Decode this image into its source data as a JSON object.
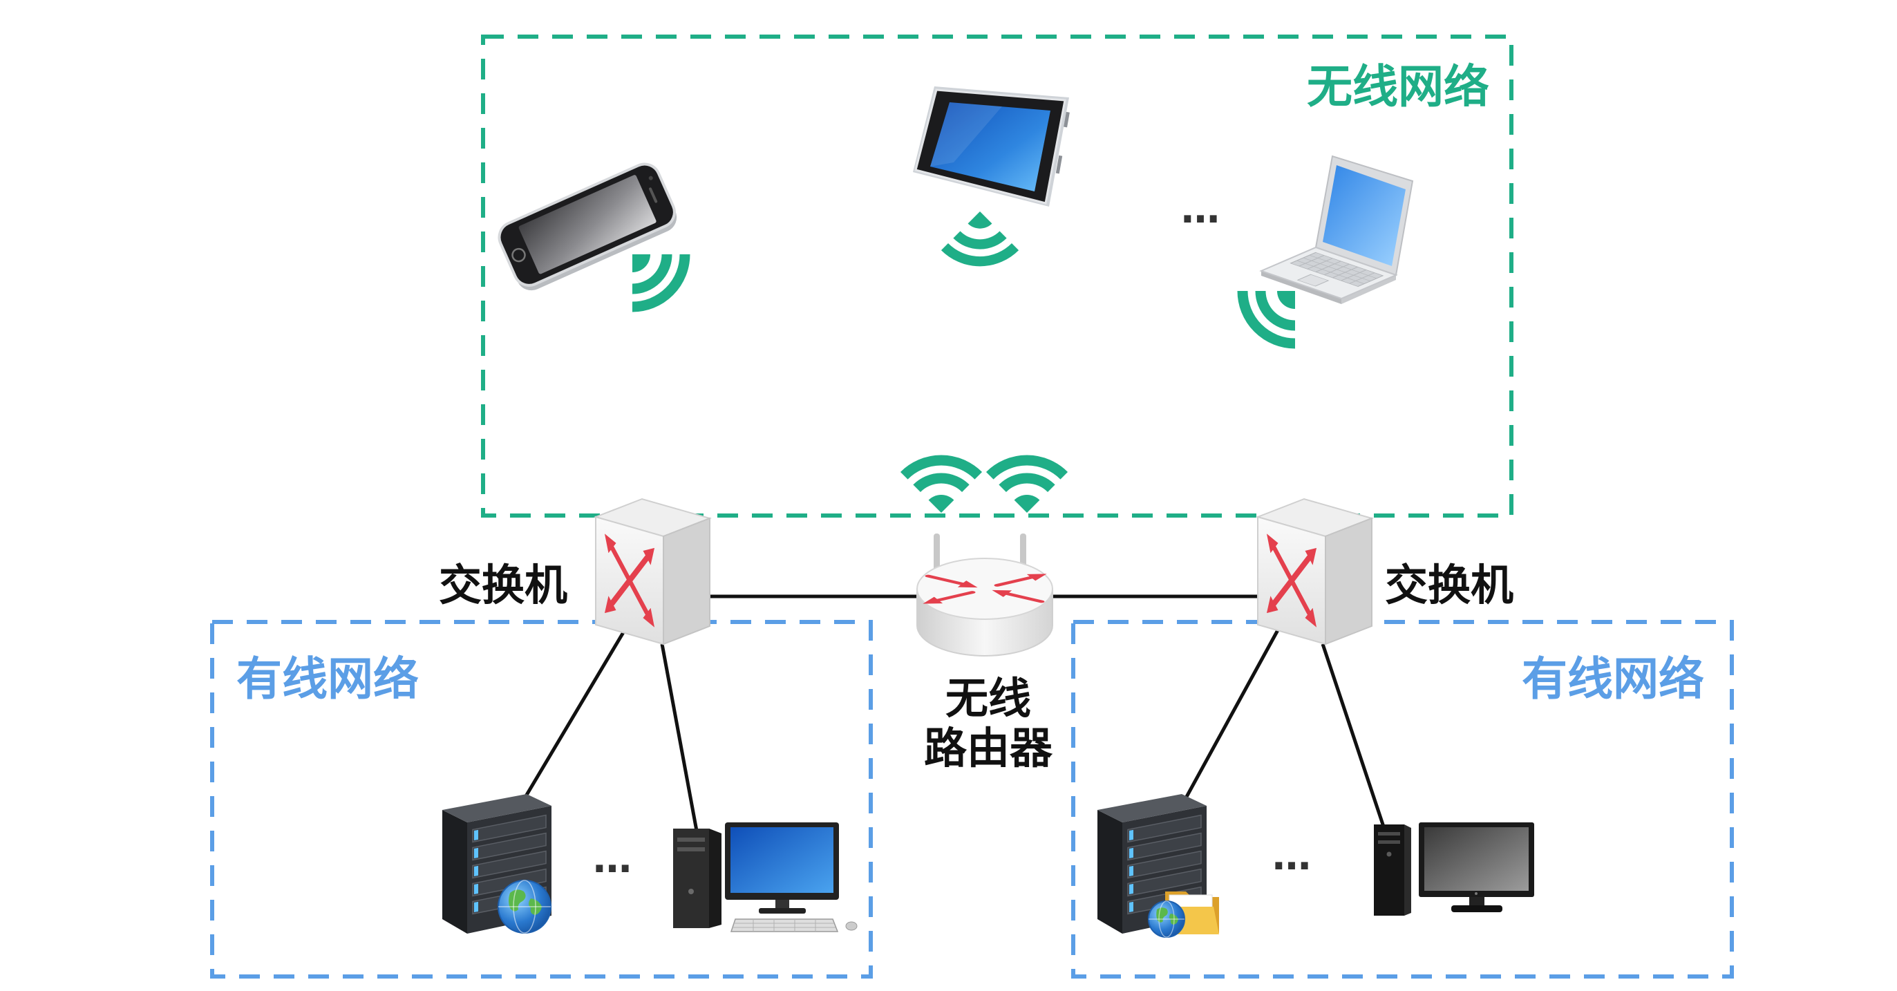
{
  "wireless_network": {
    "label": "无线网络",
    "ellipsis": "…"
  },
  "wired_network_left": {
    "label": "有线网络",
    "ellipsis": "…"
  },
  "wired_network_right": {
    "label": "有线网络",
    "ellipsis": "…"
  },
  "switch_left": {
    "label": "交换机"
  },
  "switch_right": {
    "label": "交换机"
  },
  "router": {
    "label_line1": "无线",
    "label_line2": "路由器"
  },
  "colors": {
    "wireless": "#1fae87",
    "wired": "#5b9ee6",
    "link": "#111111",
    "arrow": "#e4404d"
  }
}
